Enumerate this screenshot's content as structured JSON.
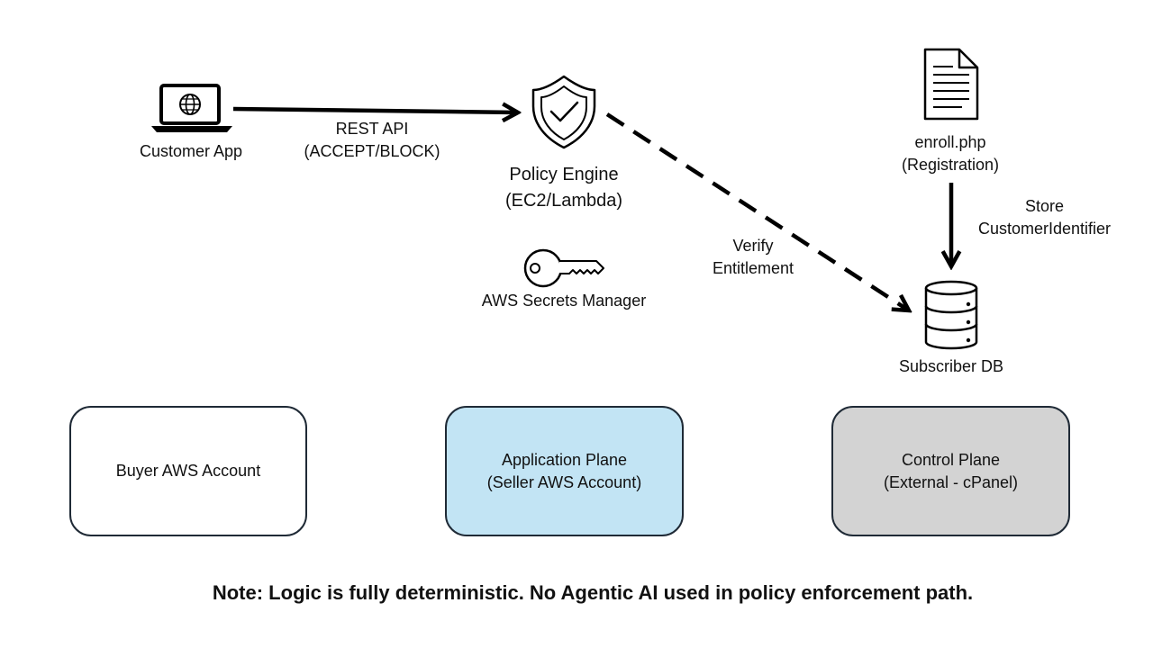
{
  "nodes": {
    "customer_app": {
      "label": "Customer App"
    },
    "policy_engine": {
      "label_line1": "Policy Engine",
      "label_line2": "(EC2/Lambda)"
    },
    "secrets_manager": {
      "label": "AWS Secrets Manager"
    },
    "enroll": {
      "label_line1": "enroll.php",
      "label_line2": "(Registration)"
    },
    "subscriber_db": {
      "label": "Subscriber DB"
    }
  },
  "edges": {
    "rest_api": {
      "label_line1": "REST API",
      "label_line2": "(ACCEPT/BLOCK)"
    },
    "verify": {
      "label_line1": "Verify",
      "label_line2": "Entitlement"
    },
    "store": {
      "label_line1": "Store",
      "label_line2": "CustomerIdentifier"
    }
  },
  "zones": {
    "buyer": {
      "label": "Buyer AWS Account",
      "fill": "#ffffff"
    },
    "application": {
      "label_line1": "Application Plane",
      "label_line2": "(Seller AWS Account)",
      "fill": "#c2e4f4"
    },
    "control": {
      "label_line1": "Control Plane",
      "label_line2": "(External - cPanel)",
      "fill": "#d3d3d3"
    }
  },
  "note": "Note: Logic is fully deterministic. No Agentic AI used in policy enforcement path."
}
